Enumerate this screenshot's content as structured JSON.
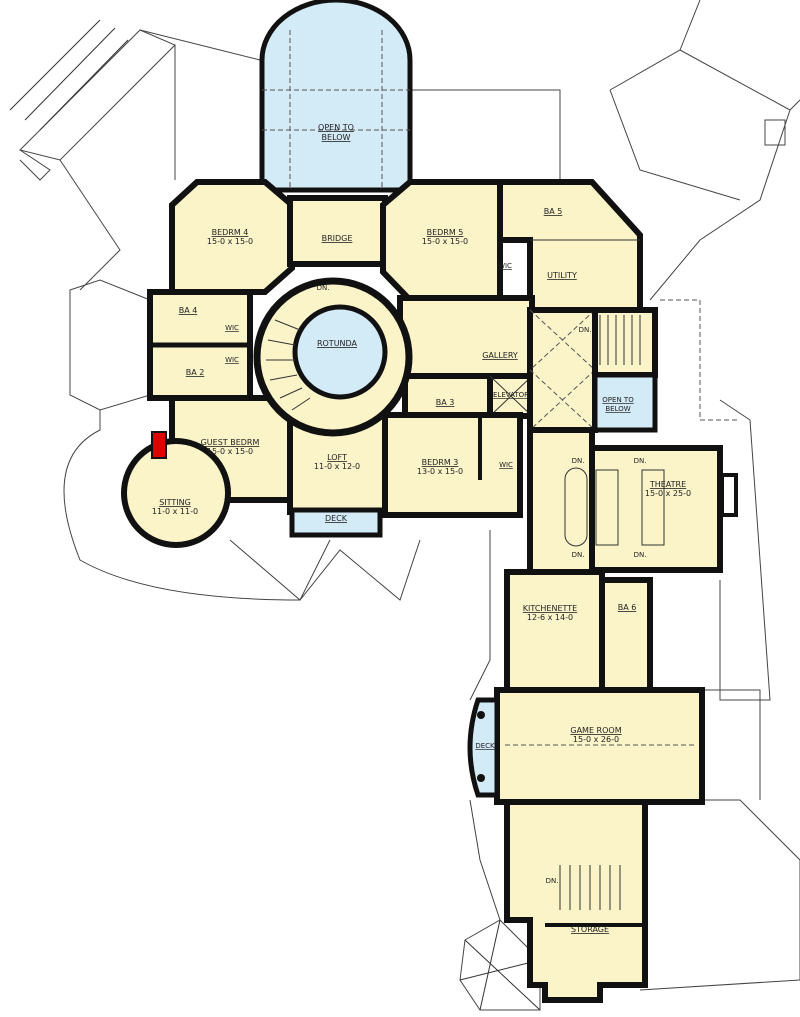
{
  "colors": {
    "floor": "#FBF4C9",
    "open_area": "#D3EAF7",
    "walls": "#111111",
    "fireplace": "#E00000"
  },
  "rooms": {
    "open_to_below_top": {
      "name": "OPEN TO",
      "name2": "BELOW"
    },
    "bedrm4": {
      "name": "BEDRM 4",
      "dims": "15-0 x 15-0"
    },
    "bridge": {
      "name": "BRIDGE"
    },
    "bedrm5": {
      "name": "BEDRM 5",
      "dims": "15-0 x 15-0"
    },
    "ba5": {
      "name": "BA 5"
    },
    "wic5": {
      "name": "WIC"
    },
    "utility": {
      "name": "UTILITY"
    },
    "ba4": {
      "name": "BA 4"
    },
    "wic4": {
      "name": "WIC"
    },
    "ba2": {
      "name": "BA 2"
    },
    "wic2": {
      "name": "WIC"
    },
    "rotunda": {
      "name": "ROTUNDA",
      "dn": "DN."
    },
    "gallery": {
      "name": "GALLERY"
    },
    "ba3": {
      "name": "BA 3"
    },
    "elevator": {
      "name": "ELEVATOR"
    },
    "stair_dn": {
      "label": "DN."
    },
    "open_to_below_stair": {
      "name": "OPEN TO",
      "name2": "BELOW"
    },
    "guest_bedrm": {
      "name": "GUEST BEDRM",
      "dims": "15-0 x 15-0"
    },
    "sitting": {
      "name": "SITTING",
      "dims": "11-0 x 11-0"
    },
    "loft": {
      "name": "LOFT",
      "dims": "11-0 x 12-0"
    },
    "deck_front": {
      "name": "DECK"
    },
    "bedrm3": {
      "name": "BEDRM 3",
      "dims": "13-0 x 15-0"
    },
    "wic3": {
      "name": "WIC"
    },
    "theatre": {
      "name": "THEATRE",
      "dims": "15-0 x 25-0",
      "dn": "DN."
    },
    "kitchenette": {
      "name": "KITCHENETTE",
      "dims": "12-6 x 14-0"
    },
    "ba6": {
      "name": "BA 6"
    },
    "game_room": {
      "name": "GAME ROOM",
      "dims": "15-0 x 26-0"
    },
    "deck_side": {
      "name": "DECK"
    },
    "lower_stair": {
      "dn": "DN."
    },
    "storage": {
      "name": "STORAGE"
    }
  }
}
